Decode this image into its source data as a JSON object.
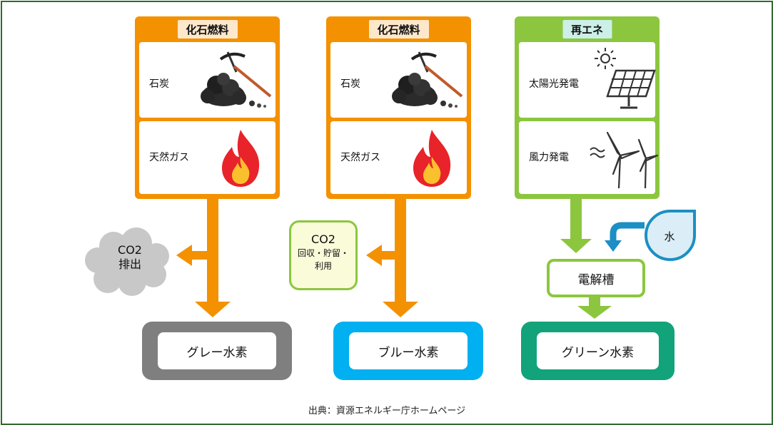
{
  "columns": [
    {
      "header": "化石燃料",
      "items": [
        "石炭",
        "天然ガス"
      ]
    },
    {
      "header": "化石燃料",
      "items": [
        "石炭",
        "天然ガス"
      ]
    },
    {
      "header": "再エネ",
      "items": [
        "太陽光発電",
        "風力発電"
      ]
    }
  ],
  "side_nodes": {
    "emission": [
      "CO2",
      "排出"
    ],
    "ccus": [
      "CO2",
      "回収・貯留・",
      "利用"
    ],
    "water": "水",
    "electrolyzer": "電解槽"
  },
  "outputs": [
    "グレー水素",
    "ブルー水素",
    "グリーン水素"
  ],
  "source_note": "出典：資源エネルギー庁ホームページ",
  "colors": {
    "fossil": "#f39100",
    "renewable": "#8cc63f",
    "fossil_header": "#fde8cc",
    "renewable_header": "#ccefe8",
    "gray_h2": "#7f7f7f",
    "blue_h2": "#00b0f0",
    "green_h2": "#12a37a",
    "water": "#1c8fc4",
    "ccus_fill": "#f9fbd9",
    "cloud": "#c8c8c8",
    "frame": "#2f6b2f"
  },
  "icons": [
    "coal-pickaxe-icon",
    "flame-icon",
    "sun-icon",
    "solar-panel-icon",
    "wind-turbine-icon",
    "water-drop-icon",
    "cloud-icon"
  ]
}
